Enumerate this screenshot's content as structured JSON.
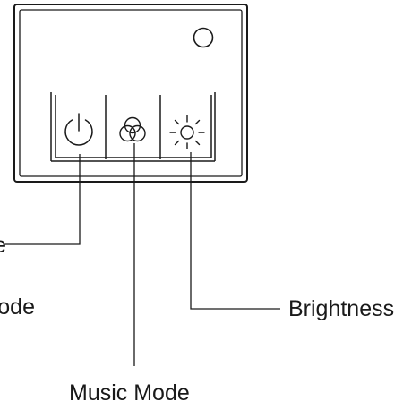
{
  "labels": {
    "left_top_clipped": "e",
    "left_mid_clipped": "ode",
    "brightness": "Brightness",
    "music_mode": "Music Mode"
  },
  "buttons": {
    "power": "power-icon",
    "color_mode": "three-circles-icon",
    "brightness": "sun-icon"
  },
  "indicator": "indicator-light",
  "colors": {
    "stroke": "#1a1a1a",
    "background": "#ffffff"
  }
}
